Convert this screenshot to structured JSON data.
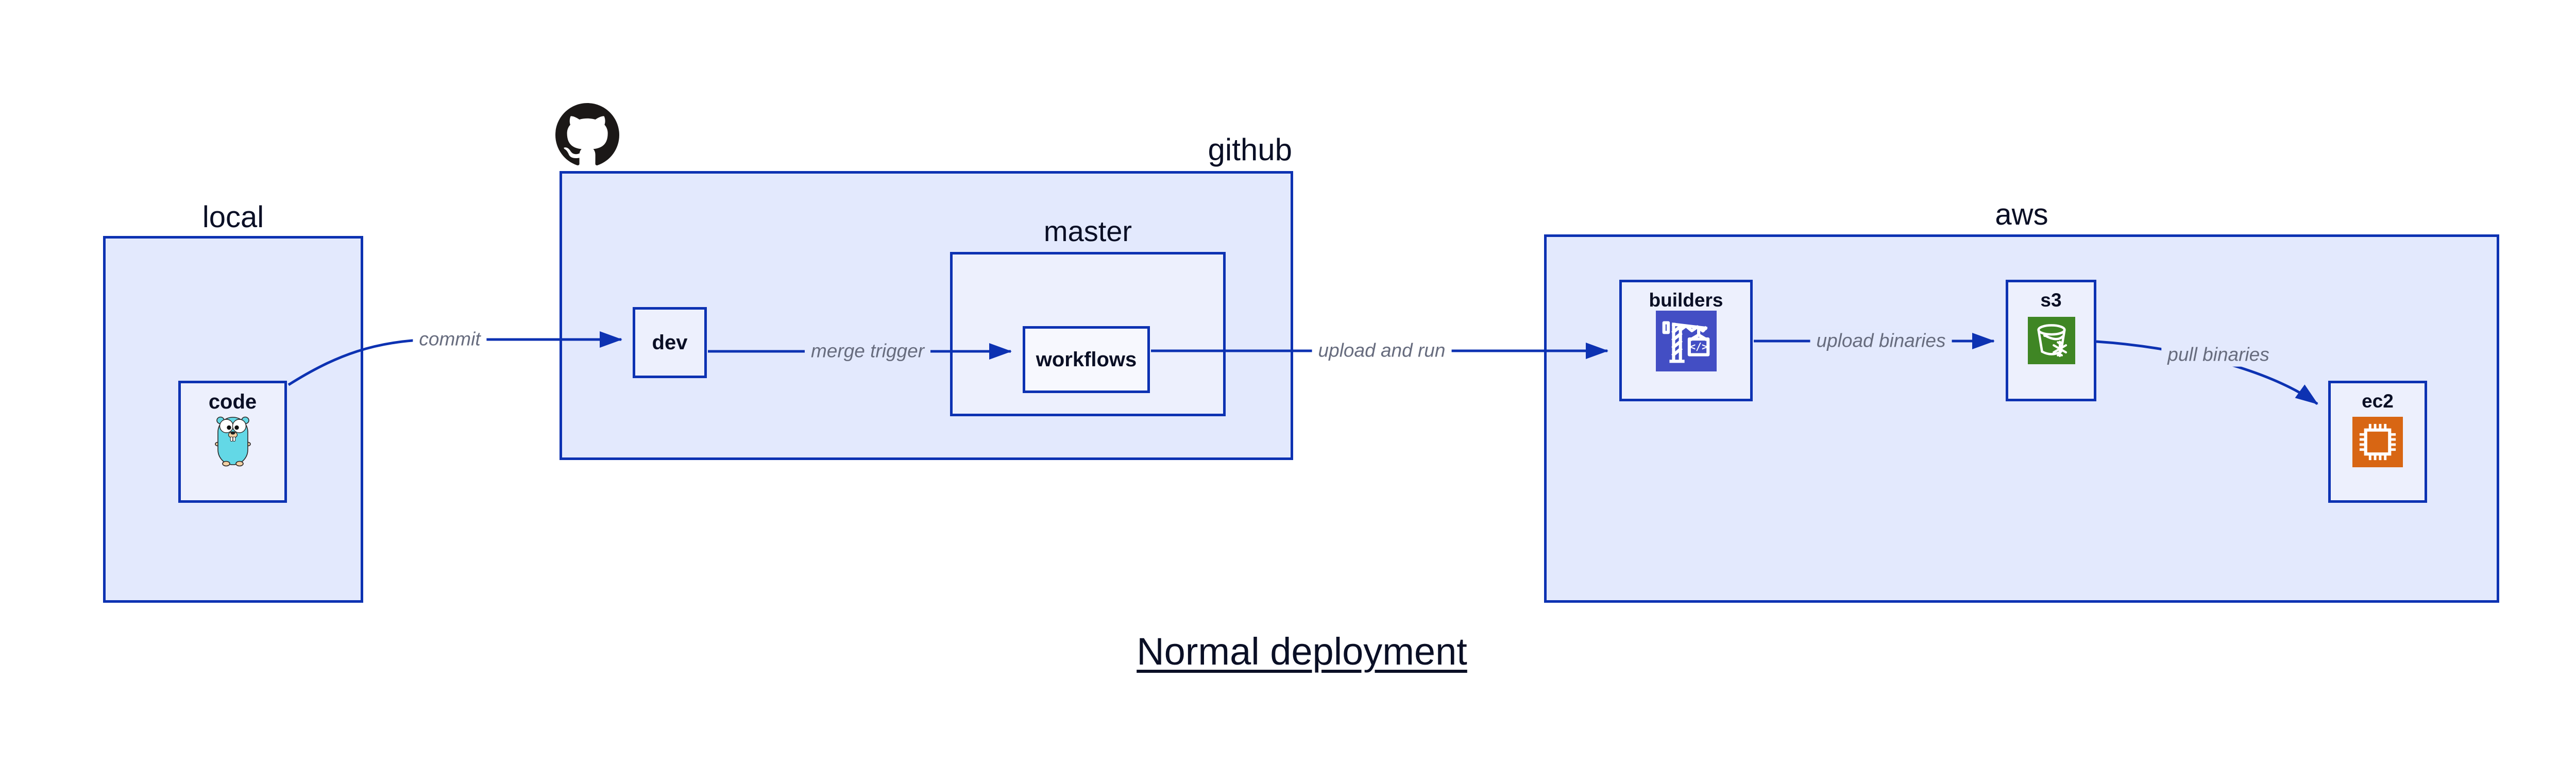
{
  "title": "Normal deployment",
  "containers": {
    "local": {
      "label": "local"
    },
    "github": {
      "label": "github",
      "icon": "github-logo-icon"
    },
    "master": {
      "label": "master"
    },
    "aws": {
      "label": "aws"
    }
  },
  "nodes": {
    "code": {
      "label": "code",
      "icon": "go-gopher-icon",
      "parent": "local"
    },
    "dev": {
      "label": "dev",
      "parent": "github"
    },
    "workflows": {
      "label": "workflows",
      "parent": "master"
    },
    "builders": {
      "label": "builders",
      "icon": "aws-codebuild-crane-icon",
      "parent": "aws"
    },
    "s3": {
      "label": "s3",
      "icon": "aws-s3-glacier-bucket-icon",
      "parent": "aws"
    },
    "ec2": {
      "label": "ec2",
      "icon": "aws-ec2-chip-icon",
      "parent": "aws"
    }
  },
  "edges": [
    {
      "from": "code",
      "to": "dev",
      "label": "commit"
    },
    {
      "from": "dev",
      "to": "workflows",
      "label": "merge trigger"
    },
    {
      "from": "workflows",
      "to": "builders",
      "label": "upload and run"
    },
    {
      "from": "builders",
      "to": "s3",
      "label": "upload binaries"
    },
    {
      "from": "s3",
      "to": "ec2",
      "label": "pull binaries"
    }
  ],
  "colors": {
    "stroke": "#0D32B2",
    "container_fill": "#E3E9FD",
    "node_fill": "#EDF0FD",
    "nested_node_fill": "#F7F8FE",
    "label_text": "#0A0F25",
    "edge_label_text": "#676C7E",
    "github_logo": "#1B1817",
    "builders_icon_bg": "#434EC4",
    "s3_icon_bg": "#3F8624",
    "ec2_icon_bg": "#D86613",
    "gopher_body": "#63D8E6"
  }
}
